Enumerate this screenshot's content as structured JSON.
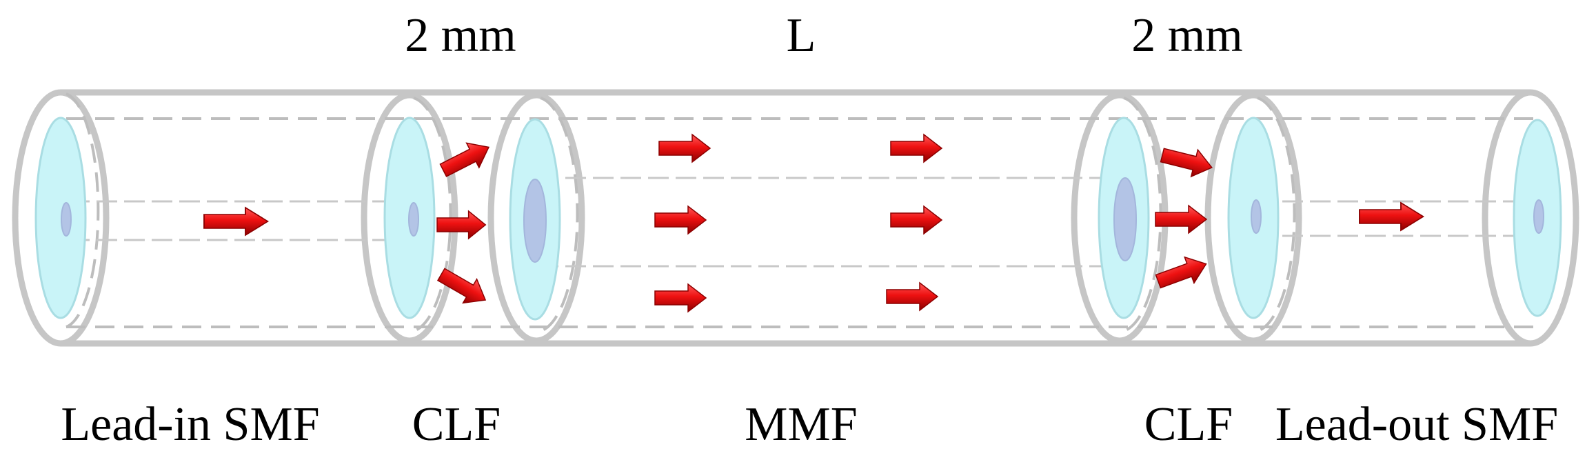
{
  "labels": {
    "top_left_length": "2 mm",
    "top_mid_length": "L",
    "top_right_length": "2 mm",
    "lead_in": "Lead-in SMF",
    "clf_left": "CLF",
    "mmf": "MMF",
    "clf_right": "CLF",
    "lead_out": "Lead-out SMF"
  },
  "colors": {
    "arrow_fill": "#ee1111",
    "arrow_dark": "#9a0000",
    "fiber_face": "#c9f4f8",
    "fiber_core": "#b3c4e6",
    "shell_stroke": "#c6c6c6"
  }
}
